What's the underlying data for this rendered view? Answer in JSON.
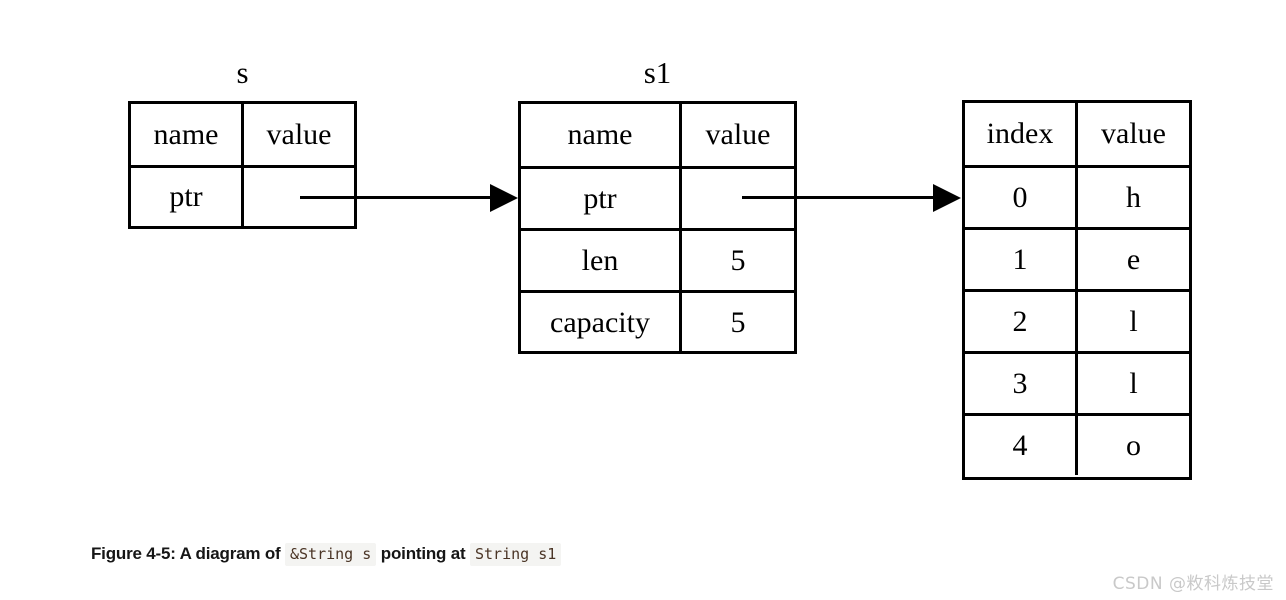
{
  "figure": {
    "caption_prefix": "Figure 4-5: A diagram of ",
    "caption_code_1": "&String s",
    "caption_middle": " pointing at ",
    "caption_code_2": "String s1"
  },
  "watermark": {
    "text": "CSDN @敉科炼技堂"
  },
  "stack_s": {
    "label": "s",
    "headers": {
      "name": "name",
      "value": "value"
    },
    "rows": [
      {
        "name": "ptr",
        "value": ""
      }
    ]
  },
  "stack_s1": {
    "label": "s1",
    "headers": {
      "name": "name",
      "value": "value"
    },
    "rows": [
      {
        "name": "ptr",
        "value": ""
      },
      {
        "name": "len",
        "value": "5"
      },
      {
        "name": "capacity",
        "value": "5"
      }
    ]
  },
  "heap_buffer": {
    "headers": {
      "index": "index",
      "value": "value"
    },
    "rows": [
      {
        "index": "0",
        "value": "h"
      },
      {
        "index": "1",
        "value": "e"
      },
      {
        "index": "2",
        "value": "l"
      },
      {
        "index": "3",
        "value": "l"
      },
      {
        "index": "4",
        "value": "o"
      }
    ]
  },
  "arrows": [
    {
      "id": "s-ptr-to-s1",
      "from": "s.ptr",
      "to": "s1"
    },
    {
      "id": "s1-ptr-to-heap",
      "from": "s1.ptr",
      "to": "heap_buffer.row0"
    }
  ],
  "colors": {
    "stroke": "#000000",
    "background": "#ffffff",
    "code_text": "#4a3425",
    "code_background": "#f4f4f2",
    "watermark": "#c9c9c9"
  }
}
